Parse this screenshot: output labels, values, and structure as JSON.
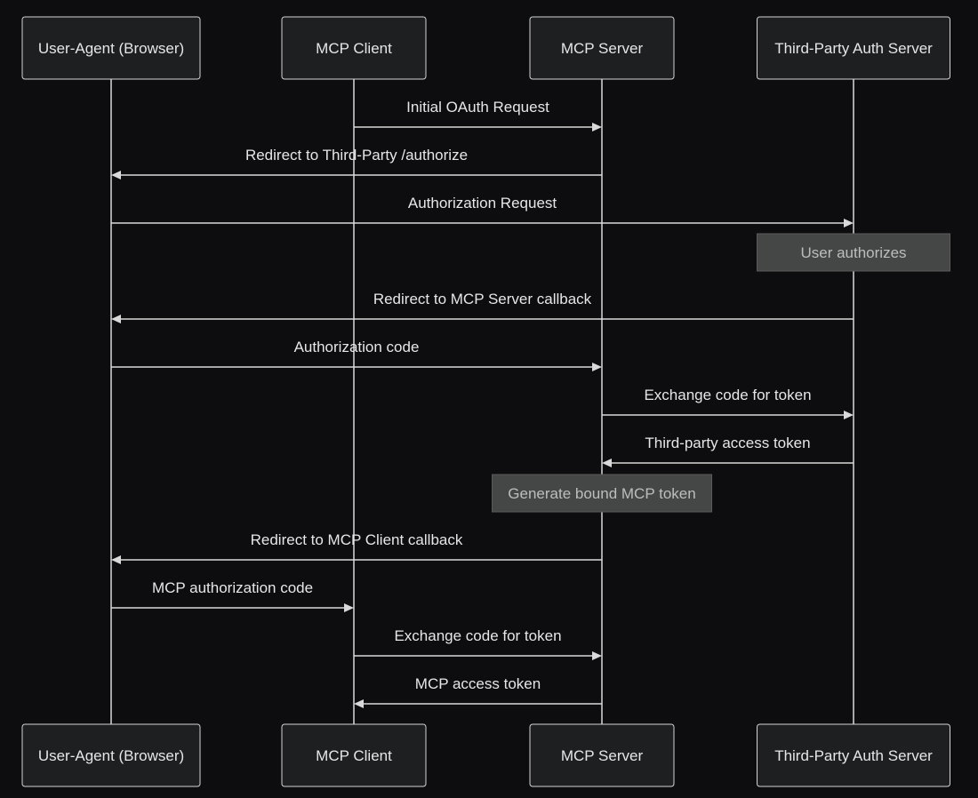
{
  "participants": [
    {
      "id": "ua",
      "label": "User-Agent (Browser)"
    },
    {
      "id": "mc",
      "label": "MCP Client"
    },
    {
      "id": "ms",
      "label": "MCP Server"
    },
    {
      "id": "tp",
      "label": "Third-Party Auth Server"
    }
  ],
  "steps": [
    {
      "kind": "message",
      "from": "mc",
      "to": "ms",
      "label": "Initial OAuth Request"
    },
    {
      "kind": "message",
      "from": "ms",
      "to": "ua",
      "label": "Redirect to Third-Party /authorize"
    },
    {
      "kind": "message",
      "from": "ua",
      "to": "tp",
      "label": "Authorization Request"
    },
    {
      "kind": "note",
      "over": "tp",
      "label": "User authorizes"
    },
    {
      "kind": "message",
      "from": "tp",
      "to": "ua",
      "label": "Redirect to MCP Server callback"
    },
    {
      "kind": "message",
      "from": "ua",
      "to": "ms",
      "label": "Authorization code"
    },
    {
      "kind": "message",
      "from": "ms",
      "to": "tp",
      "label": "Exchange code for token"
    },
    {
      "kind": "message",
      "from": "tp",
      "to": "ms",
      "label": "Third-party access token"
    },
    {
      "kind": "note",
      "over": "ms",
      "label": "Generate bound MCP token"
    },
    {
      "kind": "message",
      "from": "ms",
      "to": "ua",
      "label": "Redirect to MCP Client callback"
    },
    {
      "kind": "message",
      "from": "ua",
      "to": "mc",
      "label": "MCP authorization code"
    },
    {
      "kind": "message",
      "from": "mc",
      "to": "ms",
      "label": "Exchange code for token"
    },
    {
      "kind": "message",
      "from": "ms",
      "to": "mc",
      "label": "MCP access token"
    }
  ],
  "colors": {
    "background": "#0d0d0f",
    "actor_fill": "#1e1f21",
    "line": "#d9d9d9",
    "text": "#e6e6e6",
    "note_fill": "#454646",
    "note_text": "#bdbdbd"
  }
}
